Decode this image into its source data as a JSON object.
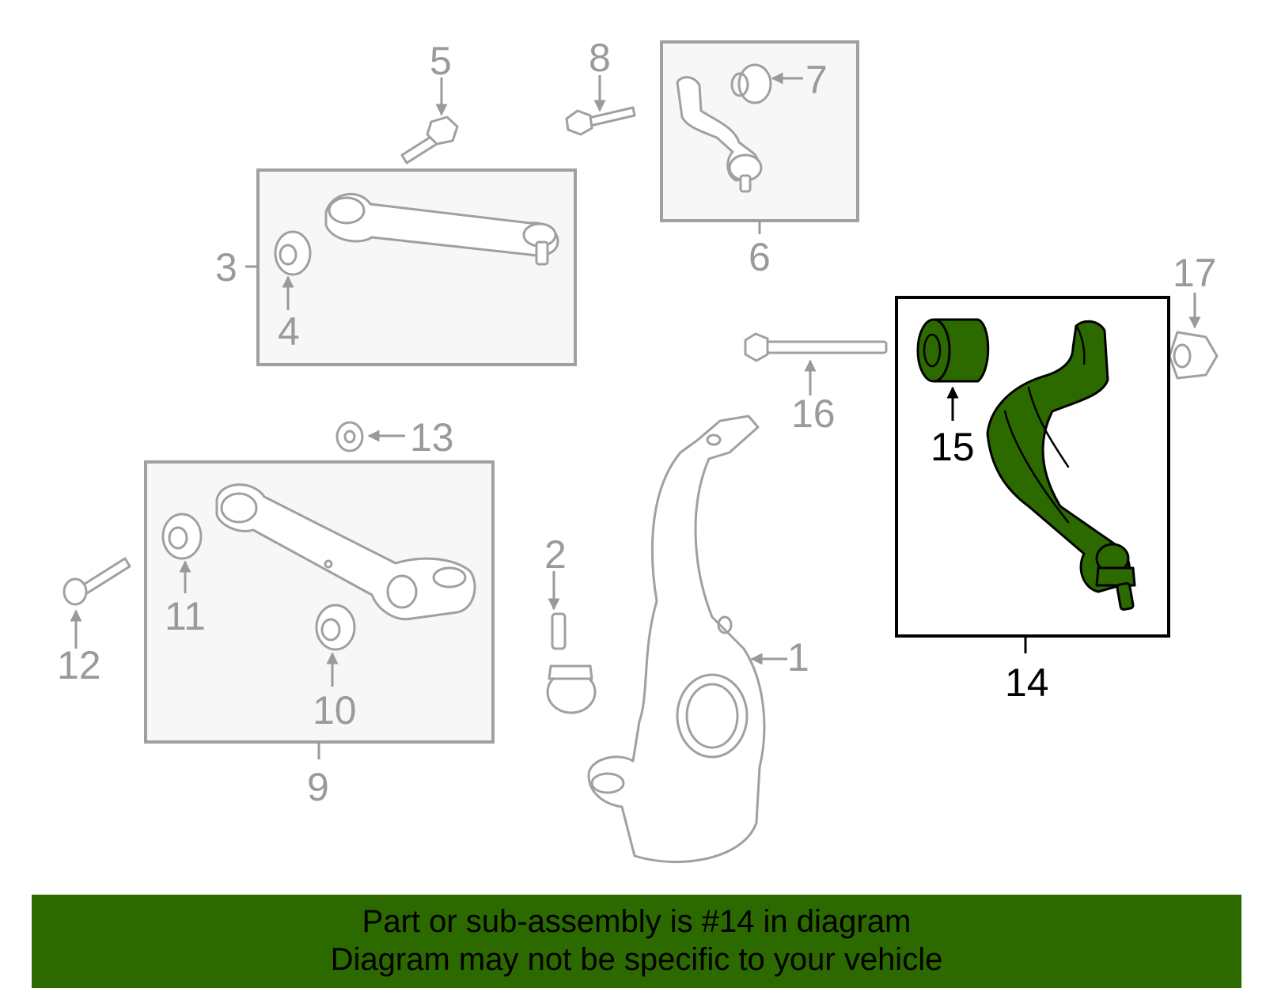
{
  "diagram": {
    "highlight_color": "#2c6a00",
    "callouts": {
      "c1": "1",
      "c2": "2",
      "c3": "3",
      "c4": "4",
      "c5": "5",
      "c6": "6",
      "c7": "7",
      "c8": "8",
      "c9": "9",
      "c10": "10",
      "c11": "11",
      "c12": "12",
      "c13": "13",
      "c14": "14",
      "c15": "15",
      "c16": "16",
      "c17": "17"
    }
  },
  "banner": {
    "line1": "Part or sub-assembly is #14 in diagram",
    "line2": "Diagram may not be specific to your vehicle",
    "background": "#2c6a00"
  }
}
